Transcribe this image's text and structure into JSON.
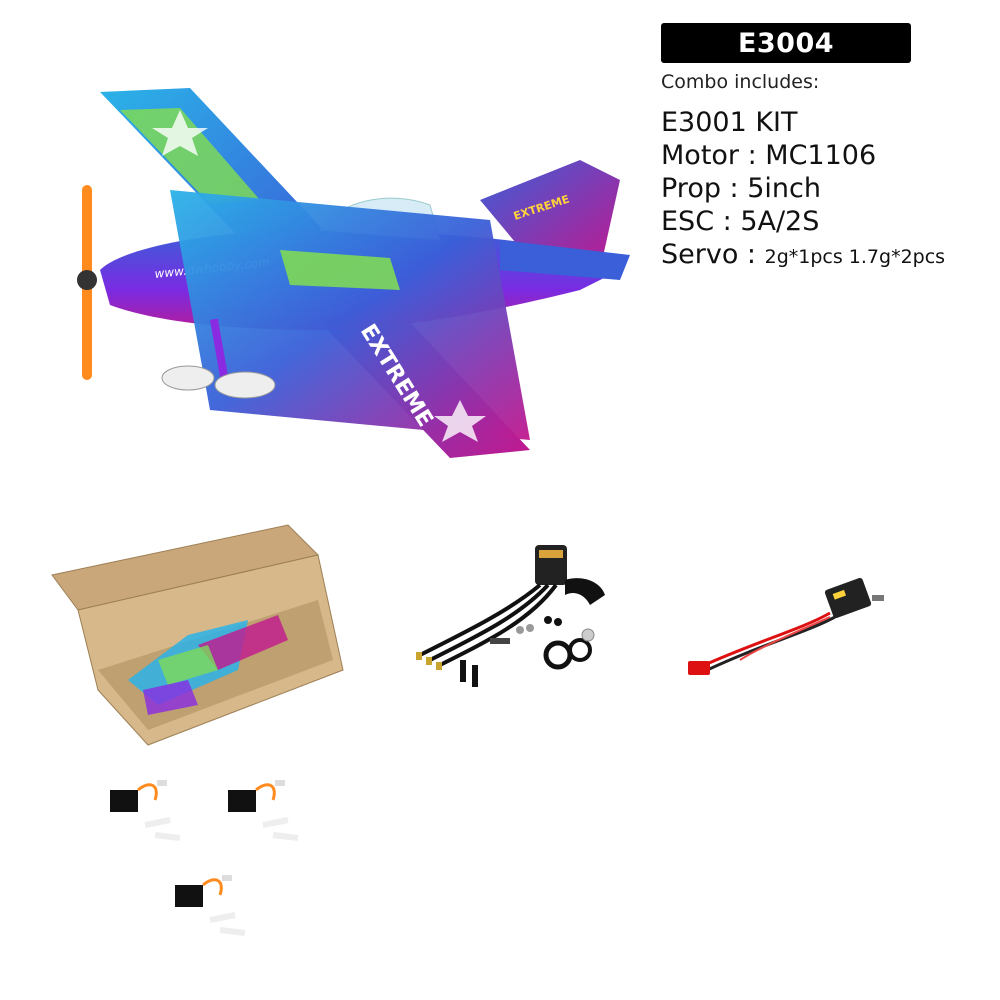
{
  "header": {
    "model_code": "E3004",
    "combo_title": "Combo includes:"
  },
  "specs": [
    {
      "label": "E3001 KIT",
      "detail": ""
    },
    {
      "label": "Motor : MC1106",
      "detail": ""
    },
    {
      "label": "Prop : 5inch",
      "detail": ""
    },
    {
      "label": "ESC : 5A/2S",
      "detail": ""
    },
    {
      "label": "Servo : ",
      "detail": "2g*1pcs 1.7g*2pcs"
    }
  ],
  "images": {
    "airplane": {
      "label": "biplane-image",
      "wing_text": "EXTREME",
      "fuselage_text": "www.dwhobby.com",
      "tail_text": "EXTREME"
    },
    "kit_box": {
      "label": "kit-box-image"
    },
    "motor": {
      "label": "motor-image"
    },
    "esc": {
      "label": "esc-image"
    },
    "servos": {
      "label": "servos-image",
      "count": 3
    }
  },
  "colors": {
    "badge_bg": "#000000",
    "plane_blue": "#2f5fd8",
    "plane_purple": "#8a2be2",
    "plane_magenta": "#c2188f",
    "plane_green": "#7ed957",
    "prop_orange": "#ff8a1e",
    "box_kraft": "#c9a77a"
  }
}
